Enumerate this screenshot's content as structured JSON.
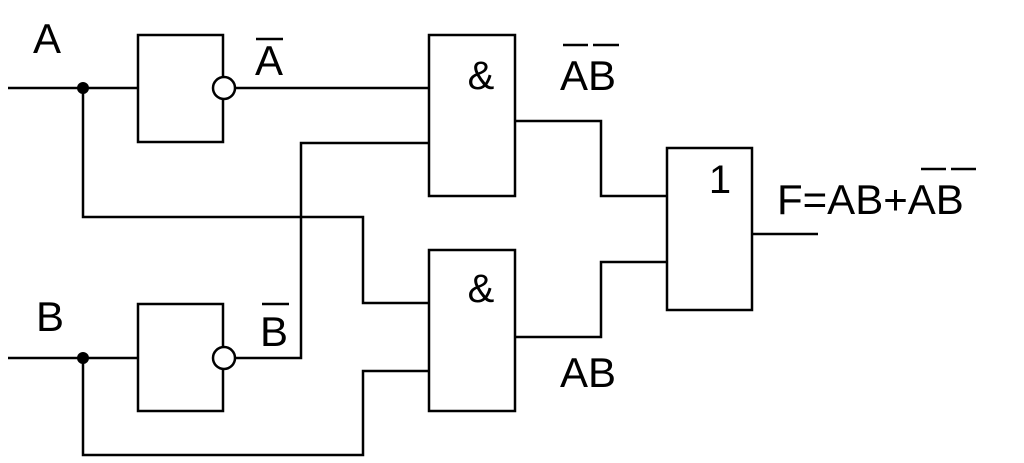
{
  "inputs": {
    "a": "A",
    "b": "B"
  },
  "signals": {
    "not_a": "A",
    "not_b": "B",
    "not_a_not_b": "AB",
    "a_b": "AB",
    "output": "F=AB+AB"
  },
  "gates": {
    "and_top": "&",
    "and_bottom": "&",
    "or": "1"
  }
}
